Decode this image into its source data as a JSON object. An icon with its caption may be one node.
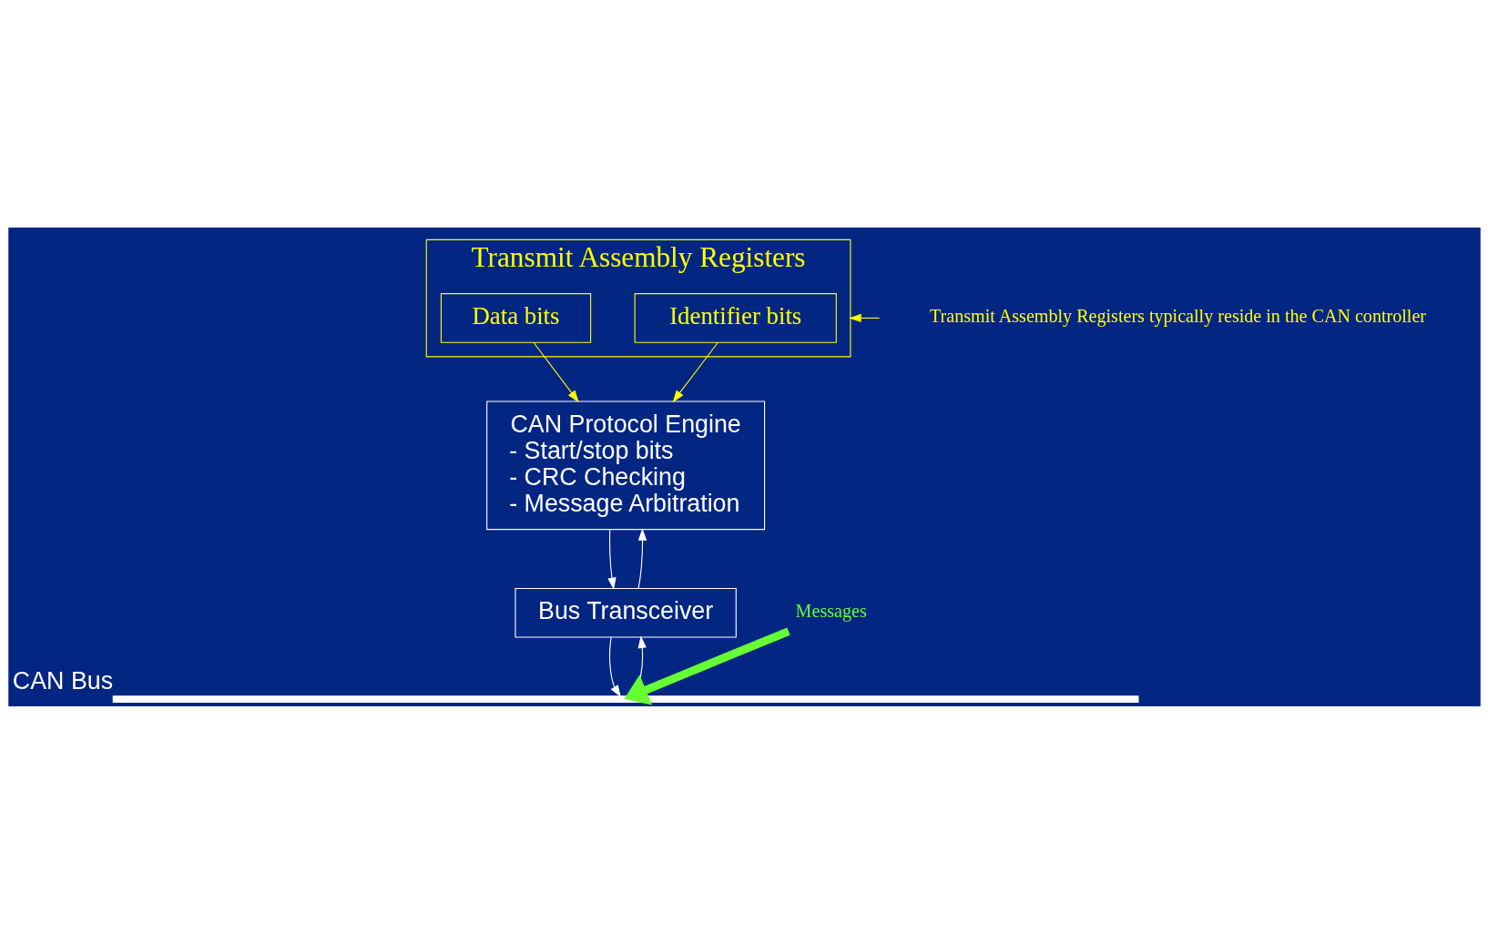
{
  "diagram": {
    "nodes": [
      {
        "text": [
          "Transmit Assembly Registers"
        ]
      },
      {
        "text": [
          "Identifier bits"
        ],
        "in": 0
      },
      {
        "text": [
          "Data bits"
        ],
        "in": 0
      },
      {
        "text": [
          "Transmit Assembly Registers typically reside in the CAN controller"
        ]
      },
      {
        "text": [
          "CAN Protocol Engine",
          "- Start/stop bits",
          "- CRC Checking",
          "- Message Arbitration"
        ]
      },
      {
        "text": [
          "Bus Transceiver"
        ]
      },
      {
        "text": [],
        "shape": "bar",
        "beside": [
          "CAN Bus"
        ]
      },
      {
        "text": [
          "Messages"
        ]
      }
    ],
    "edges": [
      {
        "from": 3,
        "to": 0,
        "arrow": "to",
        "color": "#ffff00"
      },
      {
        "from": 1,
        "to": 4,
        "arrow": "to",
        "color": "#ffff00"
      },
      {
        "from": 2,
        "to": 4,
        "arrow": "to",
        "color": "#ffff00"
      },
      {
        "from": 5,
        "to": 4,
        "arrow": "to"
      },
      {
        "from": 4,
        "to": 5,
        "arrow": "to"
      },
      {
        "from": 6,
        "to": 5,
        "arrow": "to"
      },
      {
        "from": 5,
        "to": 6,
        "arrow": "to"
      },
      {
        "from": 7,
        "to": 6,
        "arrow": "to",
        "style": "thick",
        "color": "#66ff33"
      }
    ]
  }
}
